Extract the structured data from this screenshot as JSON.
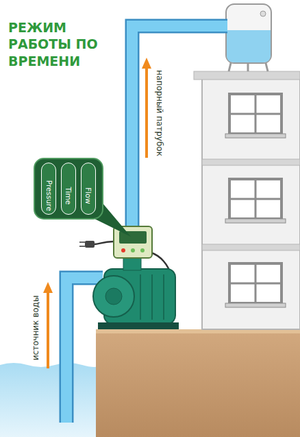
{
  "diagram": {
    "title": "РЕЖИМ РАБОТЫ ПО ВРЕМЕНИ",
    "nodes": [
      {
        "text": [
          "Pressure"
        ]
      },
      {
        "text": [
          "Time"
        ]
      },
      {
        "text": [
          "Flow"
        ]
      }
    ],
    "labels": [
      "напорный патрубок",
      "источник воды"
    ]
  }
}
